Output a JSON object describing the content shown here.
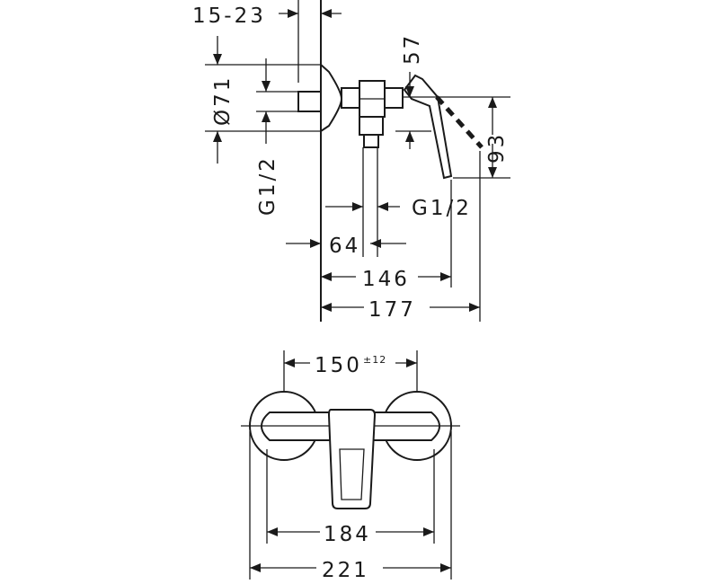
{
  "dims": {
    "top_offset": "15-23",
    "height_57": "57",
    "diameter": "Ø71",
    "height_93": "93",
    "connection_left": "G1/2",
    "connection_right": "G1/2",
    "depth_64": "64",
    "depth_146": "146",
    "depth_177": "177",
    "center_distance": "150",
    "center_tolerance": "±12",
    "width_184": "184",
    "width_221": "221"
  }
}
